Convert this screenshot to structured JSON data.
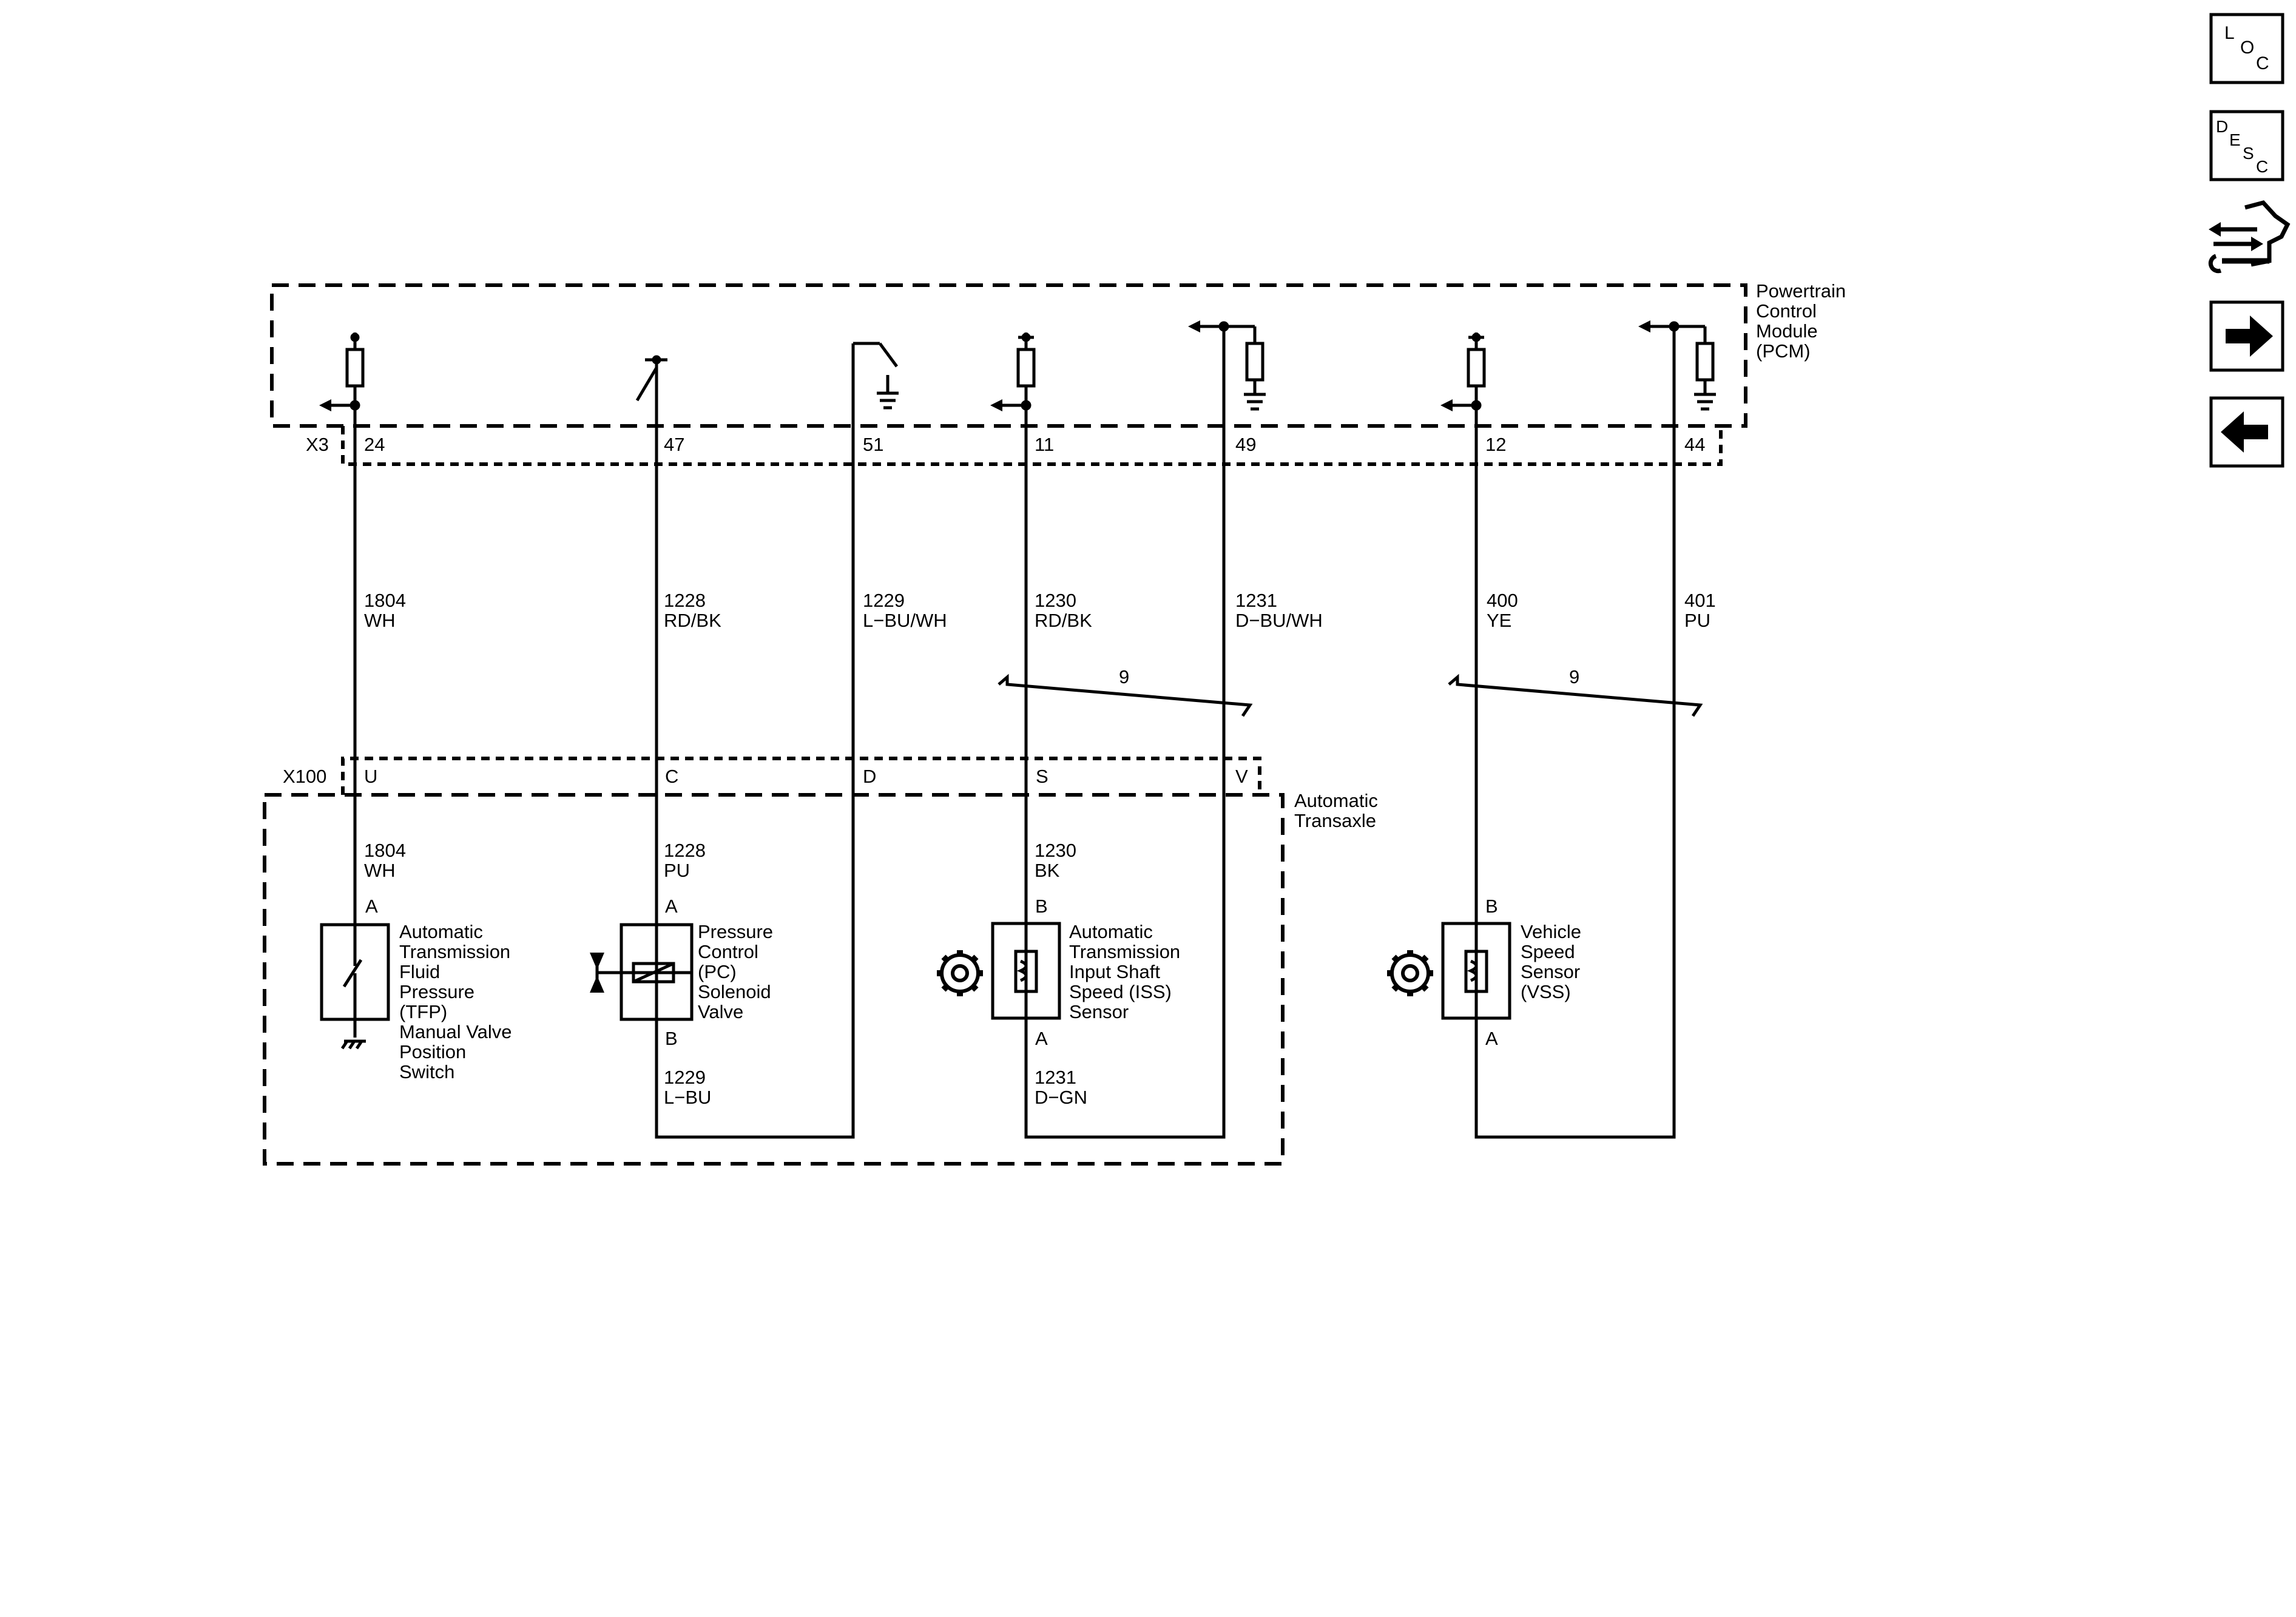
{
  "pcm": {
    "label_lines": [
      "Powertrain",
      "Control",
      "Module",
      "(PCM)"
    ],
    "connector": "X3"
  },
  "transaxle": {
    "label_lines": [
      "Automatic",
      "Transaxle"
    ],
    "connector": "X100"
  },
  "pcm_pins": [
    "24",
    "47",
    "51",
    "11",
    "49",
    "12",
    "44"
  ],
  "upper_wires": [
    {
      "circuit": "1804",
      "color": "WH"
    },
    {
      "circuit": "1228",
      "color": "RD/BK"
    },
    {
      "circuit": "1229",
      "color": "L−BU/WH"
    },
    {
      "circuit": "1230",
      "color": "RD/BK"
    },
    {
      "circuit": "1231",
      "color": "D−BU/WH"
    },
    {
      "circuit": "400",
      "color": "YE"
    },
    {
      "circuit": "401",
      "color": "PU"
    }
  ],
  "twist_labels": [
    "9",
    "9"
  ],
  "x100_pins": [
    "U",
    "C",
    "D",
    "S",
    "V"
  ],
  "lower_wires": [
    {
      "circuit": "1804",
      "color": "WH"
    },
    {
      "circuit": "1228",
      "color": "PU"
    },
    {
      "circuit": "1230",
      "color": "BK"
    },
    {
      "circuit": "1229",
      "color": "L−BU"
    },
    {
      "circuit": "1231",
      "color": "D−GN"
    }
  ],
  "components": {
    "tfp": {
      "pin_top": "A",
      "label_lines": [
        "Automatic",
        "Transmission",
        "Fluid",
        "Pressure",
        "(TFP)",
        "Manual Valve",
        "Position",
        "Switch"
      ]
    },
    "pc": {
      "pin_top": "A",
      "pin_bottom": "B",
      "label_lines": [
        "Pressure",
        "Control",
        "(PC)",
        "Solenoid",
        "Valve"
      ]
    },
    "iss": {
      "pin_top": "B",
      "pin_bottom": "A",
      "label_lines": [
        "Automatic",
        "Transmission",
        "Input Shaft",
        "Speed (ISS)",
        "Sensor"
      ]
    },
    "vss": {
      "pin_top": "B",
      "pin_bottom": "A",
      "label_lines": [
        "Vehicle",
        "Speed",
        "Sensor",
        "(VSS)"
      ]
    }
  },
  "nav": {
    "loc": [
      "L",
      "O",
      "C"
    ],
    "desc": [
      "D",
      "E",
      "S",
      "C"
    ],
    "icons": [
      "connector-view-icon",
      "next-arrow-icon",
      "previous-arrow-icon"
    ]
  }
}
